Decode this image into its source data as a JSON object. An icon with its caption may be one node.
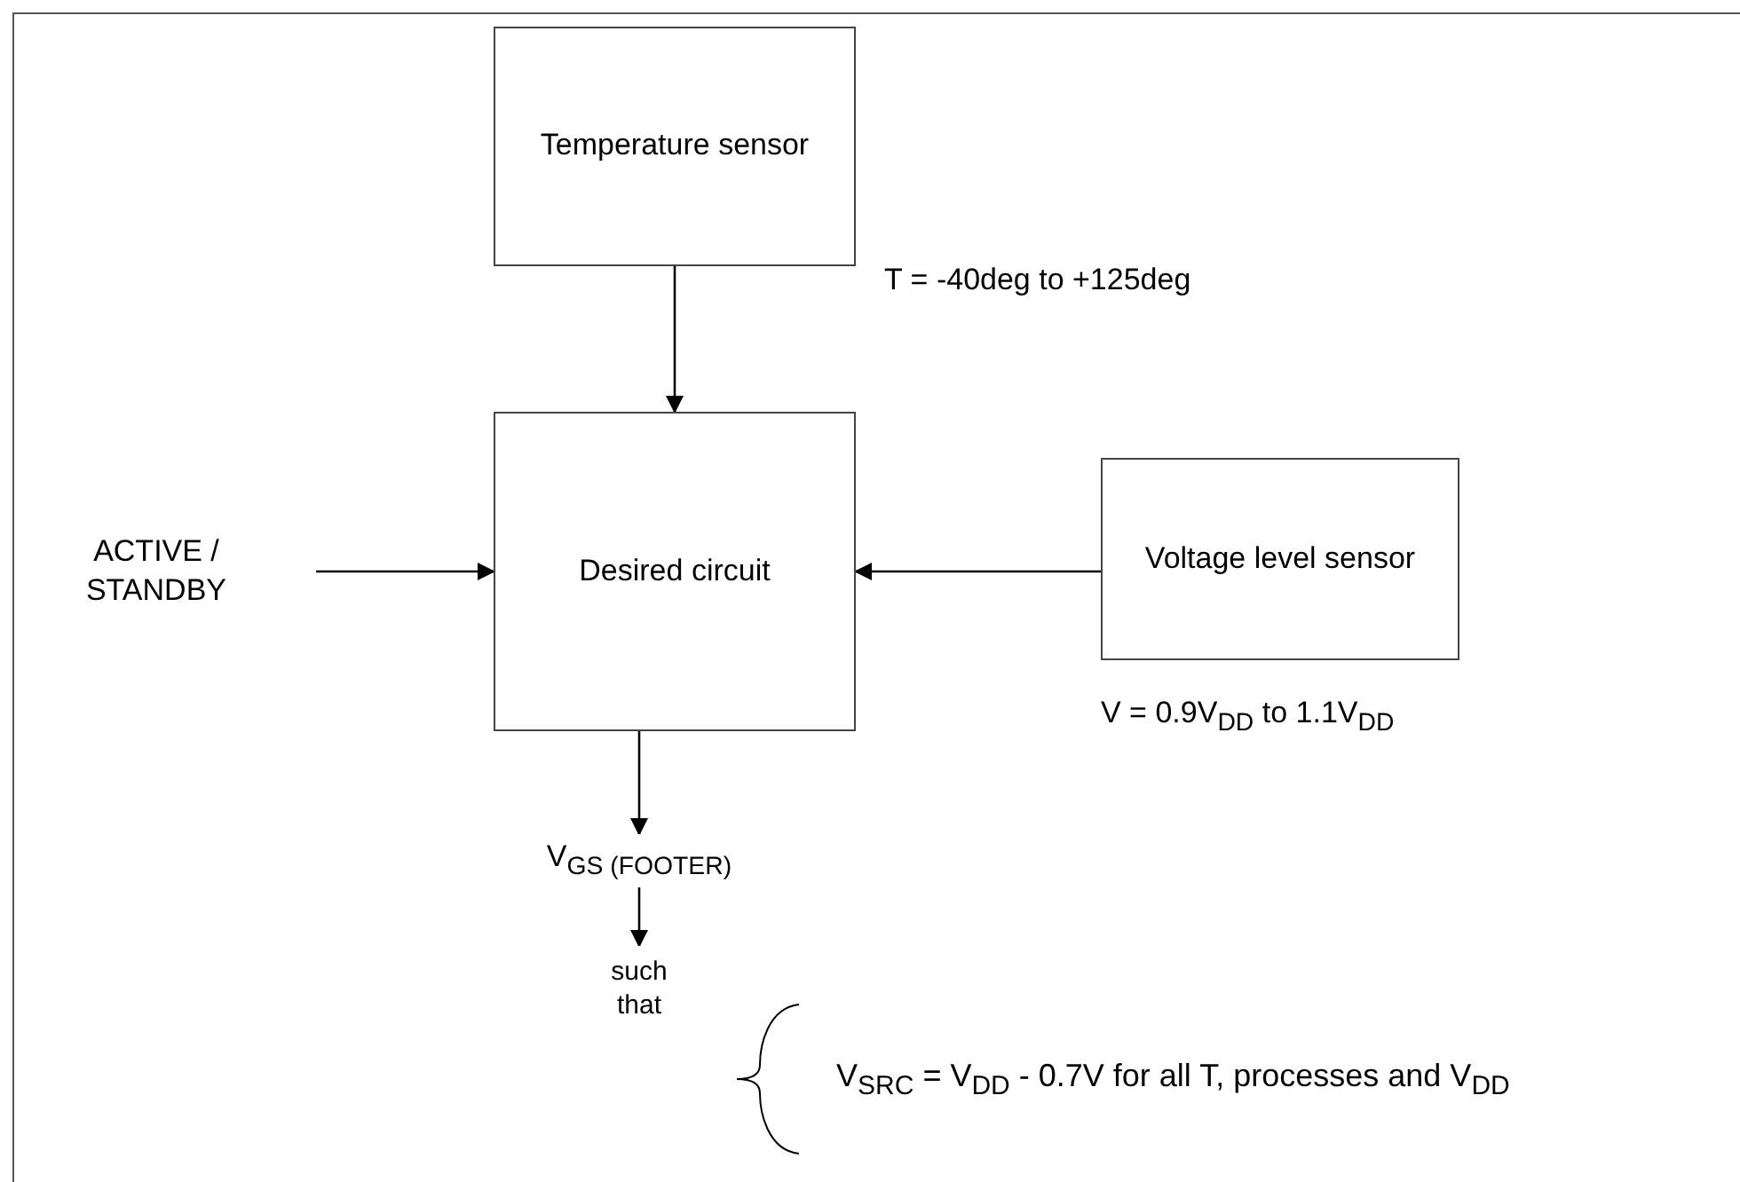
{
  "diagram": {
    "nodes": [
      {
        "text": [
          "Temperature sensor"
        ],
        "beside": [
          "T = -40deg to +125deg"
        ]
      },
      {
        "text": [
          "Desired circuit"
        ]
      },
      {
        "text": [
          "ACTIVE / STANDBY"
        ]
      },
      {
        "text": [
          "Voltage level sensor"
        ],
        "beside": [
          "V = 0.9V$_{DD}$ to 1.1V$_{DD}$"
        ]
      },
      {
        "text": [
          "V$_{GS (FOOTER)}$"
        ]
      },
      {
        "text": [
          "such that"
        ]
      }
    ],
    "edges": [
      {
        "from": 0,
        "to": 1,
        "arrow": "to"
      },
      {
        "from": 2,
        "to": 1,
        "arrow": "to"
      },
      {
        "from": 3,
        "to": 1,
        "arrow": "to"
      },
      {
        "from": 1,
        "to": 4,
        "arrow": "to"
      },
      {
        "from": 4,
        "to": 5,
        "arrow": "to"
      }
    ],
    "labels": [
      "V$_{SRC}$ = V$_{DD}$ - 0.7V for all T, processes and V$_{DD}$"
    ]
  }
}
